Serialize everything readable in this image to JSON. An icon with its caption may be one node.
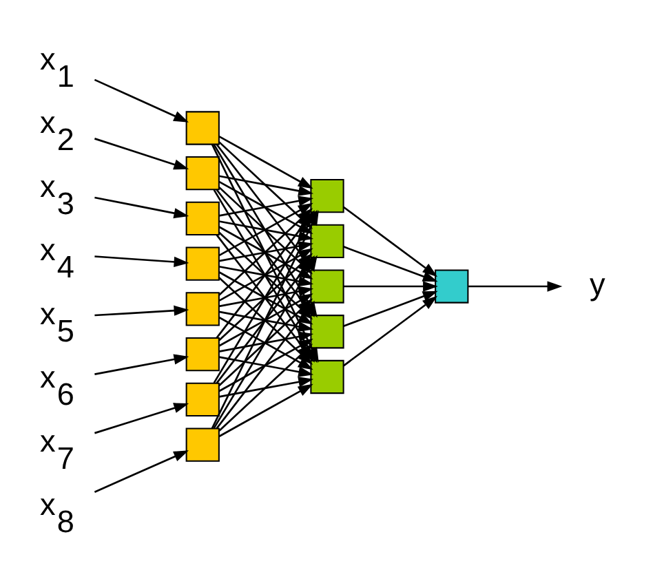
{
  "diagram": {
    "nodes": [
      {
        "text": [
          "x$_{1}$"
        ]
      },
      {
        "text": [
          "x$_{2}$"
        ]
      },
      {
        "text": [
          "x$_{3}$"
        ]
      },
      {
        "text": [
          "x$_{4}$"
        ]
      },
      {
        "text": [
          "x$_{5}$"
        ]
      },
      {
        "text": [
          "x$_{6}$"
        ]
      },
      {
        "text": [
          "x$_{7}$"
        ]
      },
      {
        "text": [
          "x$_{8}$"
        ]
      },
      {
        "text": [],
        "shape": "box"
      },
      {
        "text": [],
        "shape": "box"
      },
      {
        "text": [],
        "shape": "box"
      },
      {
        "text": [],
        "shape": "box"
      },
      {
        "text": [],
        "shape": "box"
      },
      {
        "text": [],
        "shape": "box"
      },
      {
        "text": [],
        "shape": "box"
      },
      {
        "text": [],
        "shape": "box"
      },
      {
        "text": [],
        "shape": "box"
      },
      {
        "text": [],
        "shape": "box"
      },
      {
        "text": [],
        "shape": "box"
      },
      {
        "text": [],
        "shape": "box"
      },
      {
        "text": [],
        "shape": "box"
      },
      {
        "text": [],
        "shape": "box"
      },
      {
        "text": [
          "y"
        ]
      }
    ],
    "edges": [
      {
        "from": 0,
        "to": 8,
        "arrow": "to"
      },
      {
        "from": 1,
        "to": 9,
        "arrow": "to"
      },
      {
        "from": 2,
        "to": 10,
        "arrow": "to"
      },
      {
        "from": 3,
        "to": 11,
        "arrow": "to"
      },
      {
        "from": 4,
        "to": 12,
        "arrow": "to"
      },
      {
        "from": 5,
        "to": 13,
        "arrow": "to"
      },
      {
        "from": 6,
        "to": 14,
        "arrow": "to"
      },
      {
        "from": 7,
        "to": 15,
        "arrow": "to"
      },
      {
        "from": 8,
        "to": 16,
        "arrow": "to"
      },
      {
        "from": 8,
        "to": 17,
        "arrow": "to"
      },
      {
        "from": 8,
        "to": 18,
        "arrow": "to"
      },
      {
        "from": 8,
        "to": 19,
        "arrow": "to"
      },
      {
        "from": 8,
        "to": 20,
        "arrow": "to"
      },
      {
        "from": 9,
        "to": 16,
        "arrow": "to"
      },
      {
        "from": 9,
        "to": 17,
        "arrow": "to"
      },
      {
        "from": 9,
        "to": 18,
        "arrow": "to"
      },
      {
        "from": 9,
        "to": 19,
        "arrow": "to"
      },
      {
        "from": 9,
        "to": 20,
        "arrow": "to"
      },
      {
        "from": 10,
        "to": 16,
        "arrow": "to"
      },
      {
        "from": 10,
        "to": 17,
        "arrow": "to"
      },
      {
        "from": 10,
        "to": 18,
        "arrow": "to"
      },
      {
        "from": 10,
        "to": 19,
        "arrow": "to"
      },
      {
        "from": 10,
        "to": 20,
        "arrow": "to"
      },
      {
        "from": 11,
        "to": 16,
        "arrow": "to"
      },
      {
        "from": 11,
        "to": 17,
        "arrow": "to"
      },
      {
        "from": 11,
        "to": 18,
        "arrow": "to"
      },
      {
        "from": 11,
        "to": 19,
        "arrow": "to"
      },
      {
        "from": 11,
        "to": 20,
        "arrow": "to"
      },
      {
        "from": 12,
        "to": 16,
        "arrow": "to"
      },
      {
        "from": 12,
        "to": 17,
        "arrow": "to"
      },
      {
        "from": 12,
        "to": 18,
        "arrow": "to"
      },
      {
        "from": 12,
        "to": 19,
        "arrow": "to"
      },
      {
        "from": 12,
        "to": 20,
        "arrow": "to"
      },
      {
        "from": 13,
        "to": 16,
        "arrow": "to"
      },
      {
        "from": 13,
        "to": 17,
        "arrow": "to"
      },
      {
        "from": 13,
        "to": 18,
        "arrow": "to"
      },
      {
        "from": 13,
        "to": 19,
        "arrow": "to"
      },
      {
        "from": 13,
        "to": 20,
        "arrow": "to"
      },
      {
        "from": 14,
        "to": 16,
        "arrow": "to"
      },
      {
        "from": 14,
        "to": 17,
        "arrow": "to"
      },
      {
        "from": 14,
        "to": 18,
        "arrow": "to"
      },
      {
        "from": 14,
        "to": 19,
        "arrow": "to"
      },
      {
        "from": 14,
        "to": 20,
        "arrow": "to"
      },
      {
        "from": 15,
        "to": 16,
        "arrow": "to"
      },
      {
        "from": 15,
        "to": 17,
        "arrow": "to"
      },
      {
        "from": 15,
        "to": 18,
        "arrow": "to"
      },
      {
        "from": 15,
        "to": 19,
        "arrow": "to"
      },
      {
        "from": 15,
        "to": 20,
        "arrow": "to"
      },
      {
        "from": 16,
        "to": 21,
        "arrow": "to"
      },
      {
        "from": 17,
        "to": 21,
        "arrow": "to"
      },
      {
        "from": 18,
        "to": 21,
        "arrow": "to"
      },
      {
        "from": 19,
        "to": 21,
        "arrow": "to"
      },
      {
        "from": 20,
        "to": 21,
        "arrow": "to"
      },
      {
        "from": 21,
        "to": 22,
        "arrow": "to"
      }
    ]
  }
}
